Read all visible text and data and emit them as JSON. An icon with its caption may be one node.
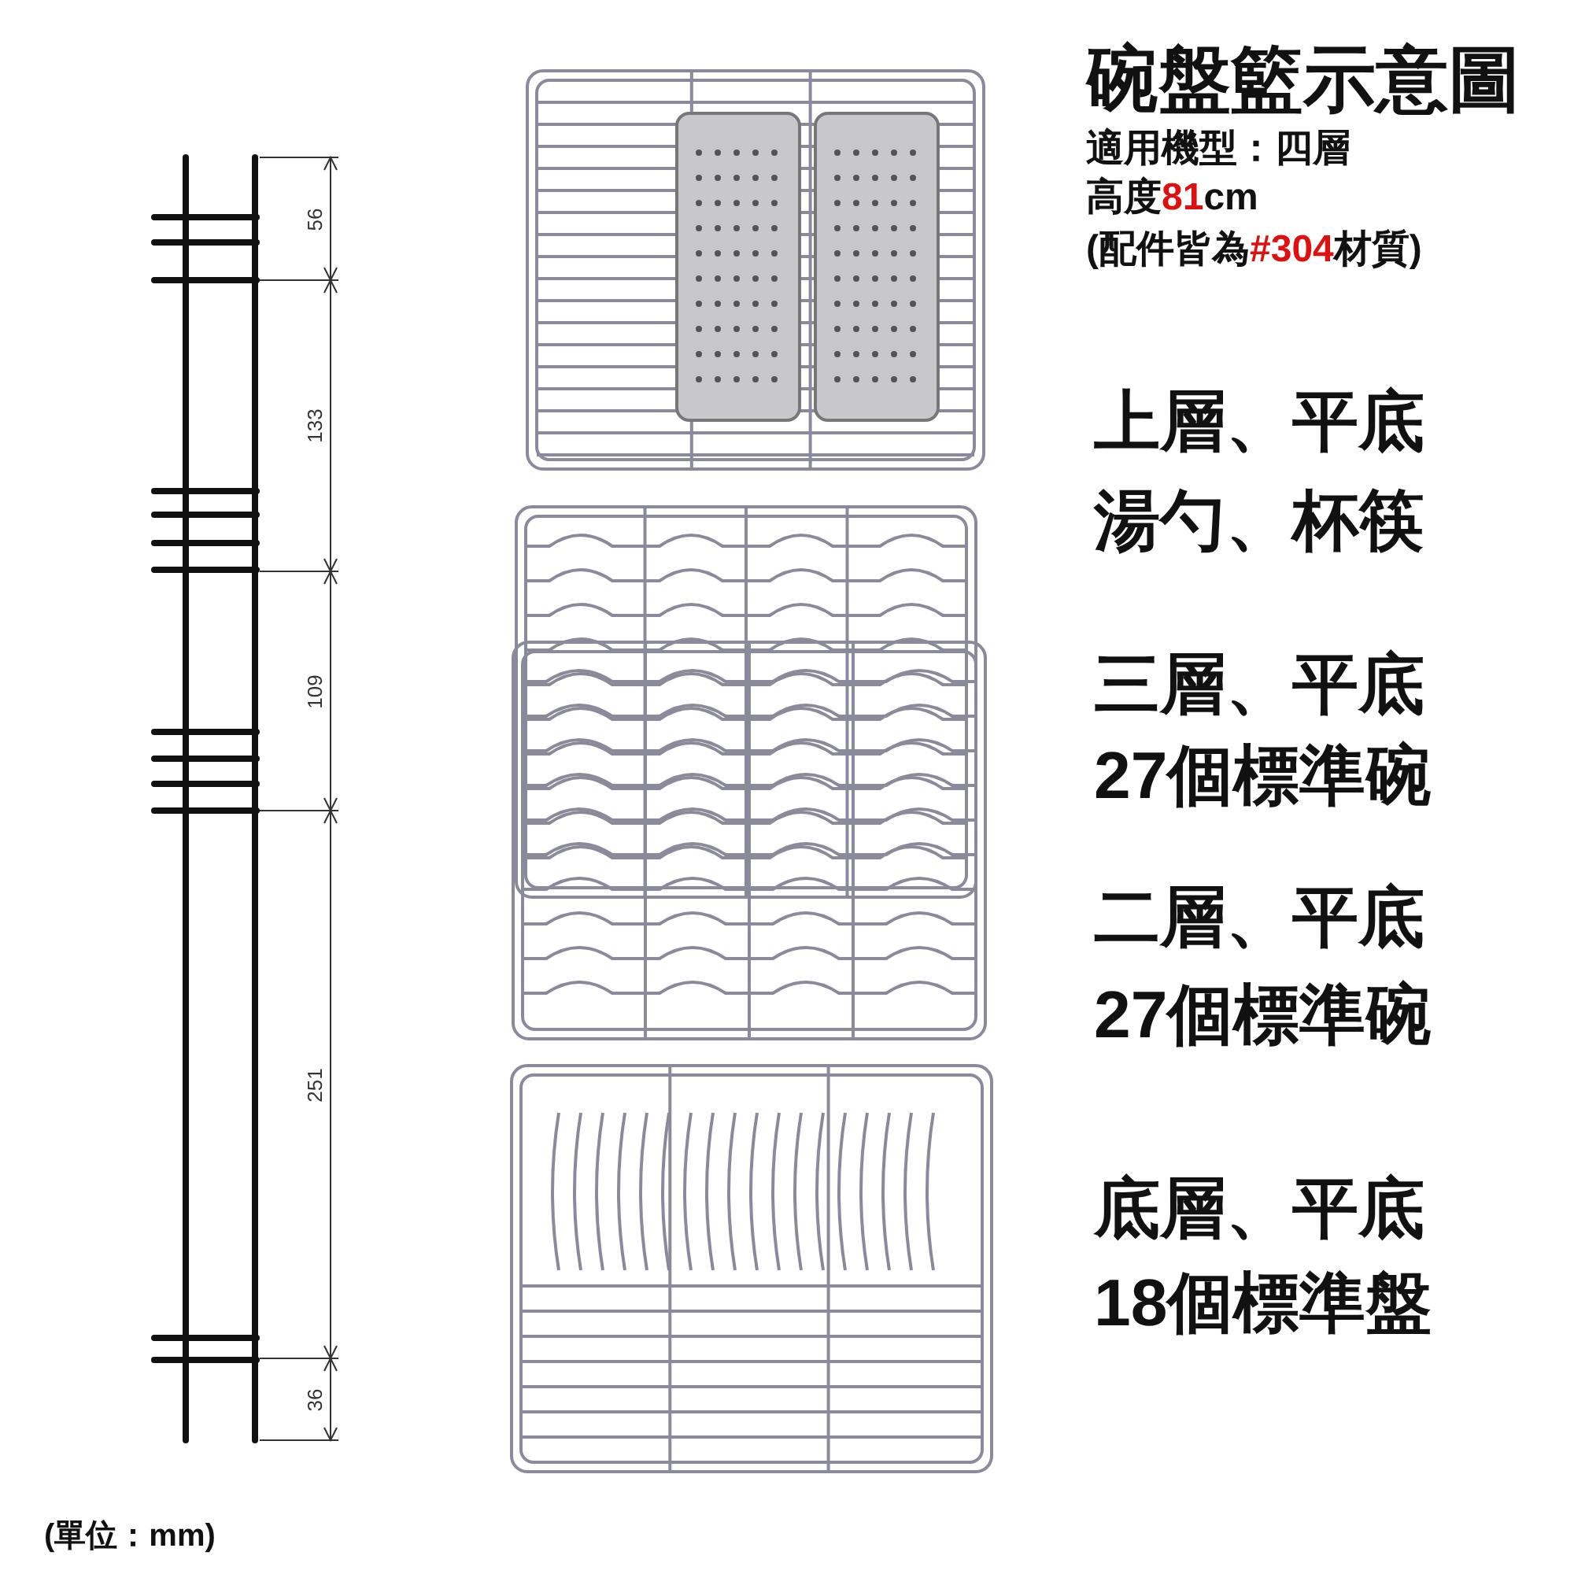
{
  "diagram": {
    "title": "碗盤籃示意圖",
    "labels": [
      "適用機型：四層",
      "高度**81**cm",
      "(配件皆為**#304**材質)",
      "56",
      "133",
      "109",
      "251",
      "36",
      "上層、平底",
      "湯勺、杯筷",
      "三層、平底",
      "27個標準碗",
      "二層、平底",
      "27個標準碗",
      "底層、平底",
      "18個標準盤",
      "(單位：mm)"
    ]
  }
}
